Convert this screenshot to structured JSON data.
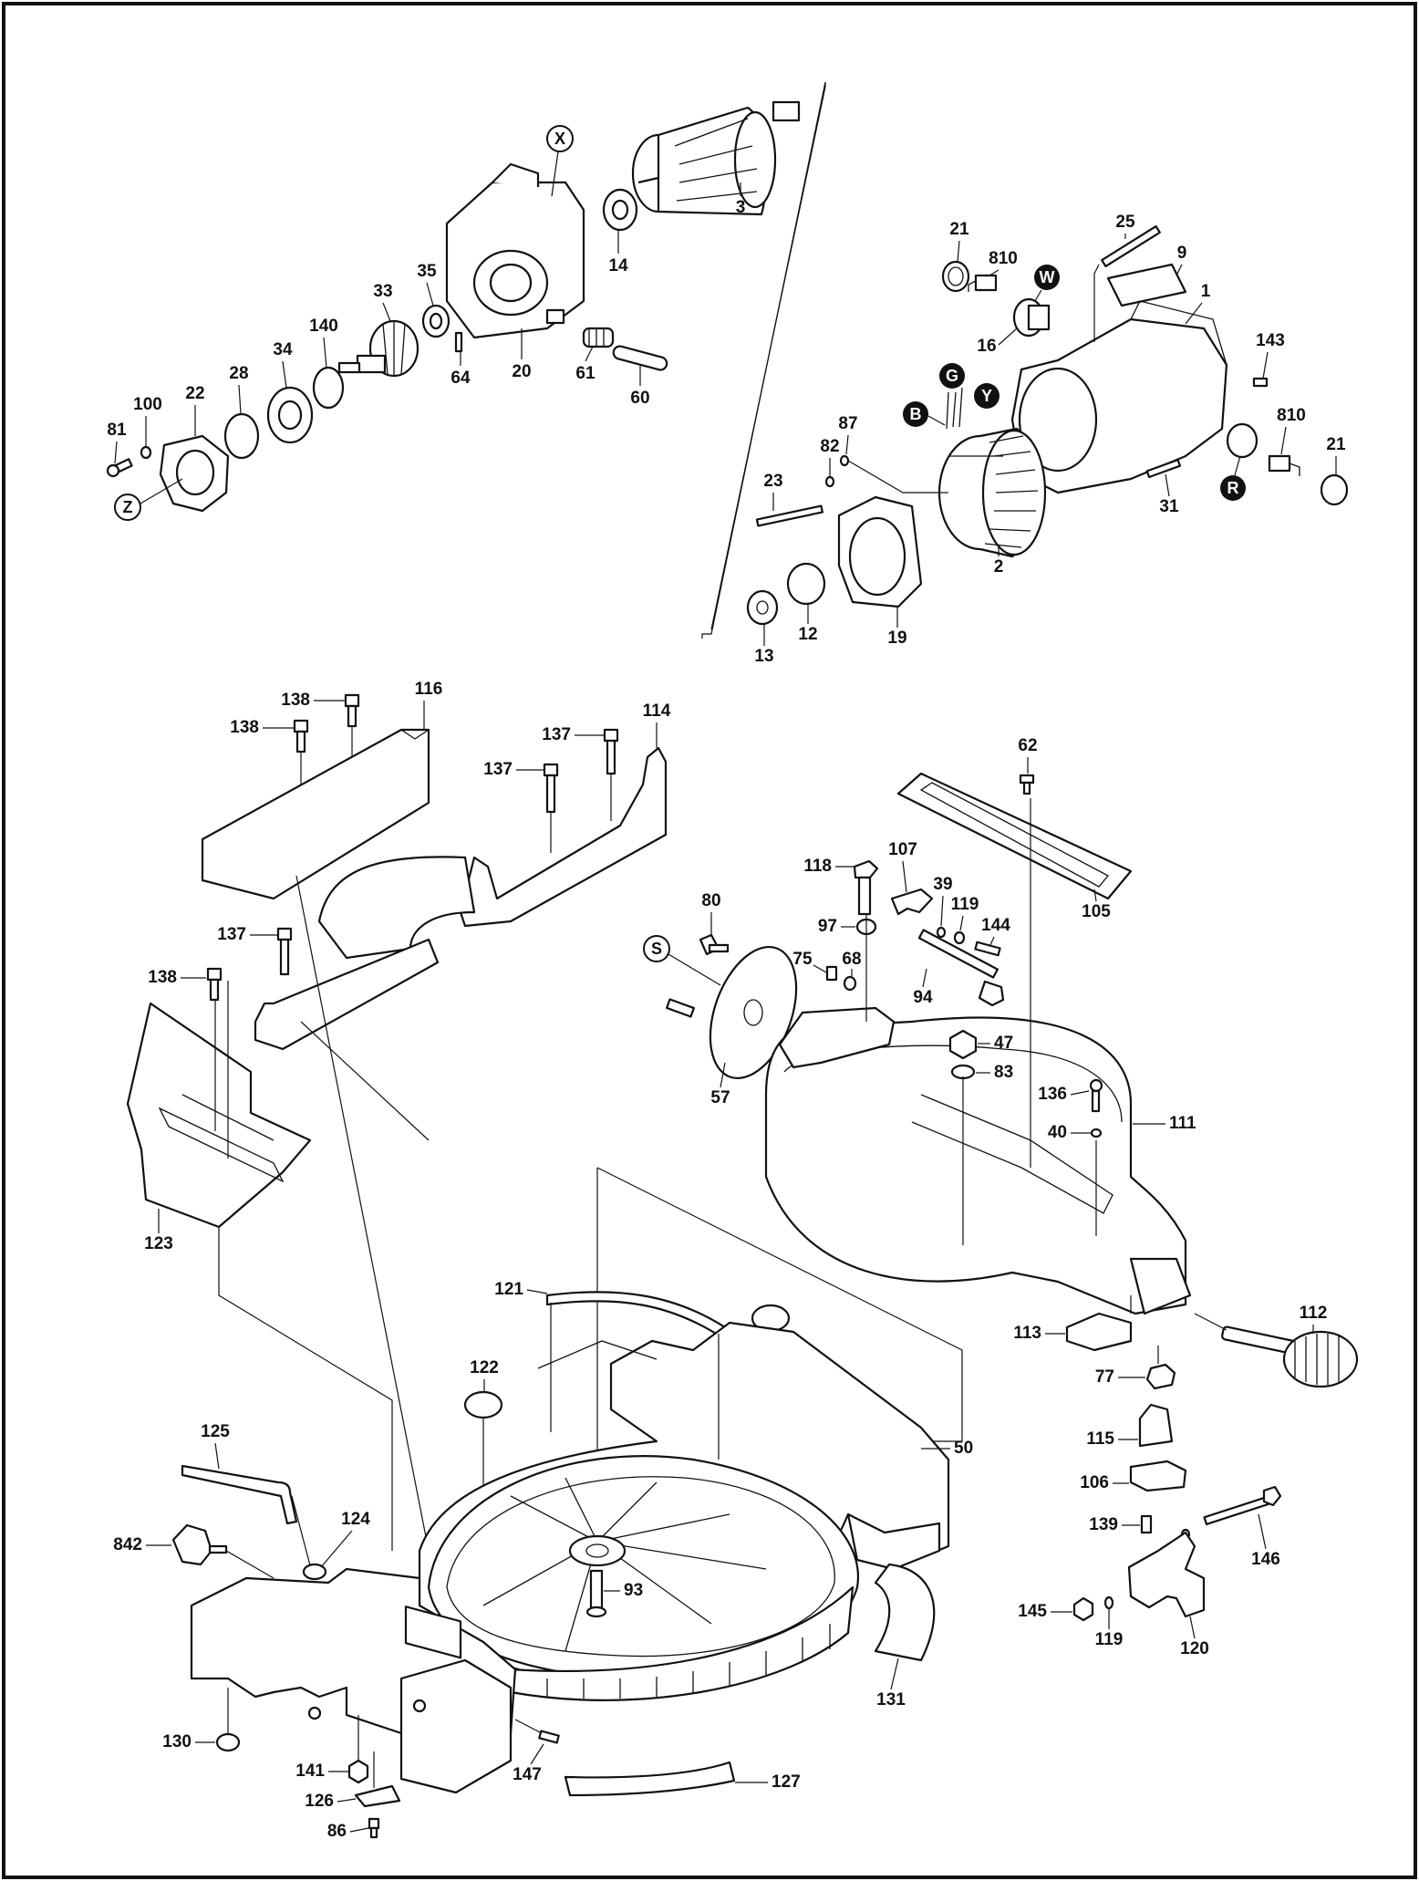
{
  "labels": {
    "l3": "3",
    "l14": "14",
    "l20": "20",
    "l61": "61",
    "l60": "60",
    "l64": "64",
    "l35": "35",
    "l33": "33",
    "l140": "140",
    "l34": "34",
    "l28": "28",
    "l22": "22",
    "l100": "100",
    "l81": "81",
    "l21a": "21",
    "l810a": "810",
    "l25": "25",
    "l9": "9",
    "l1": "1",
    "l16": "16",
    "l143": "143",
    "l810b": "810",
    "l21b": "21",
    "l31": "31",
    "l87": "87",
    "l82": "82",
    "l23": "23",
    "l2": "2",
    "l19": "19",
    "l12": "12",
    "l13": "13",
    "l138a": "138",
    "l138b": "138",
    "l116": "116",
    "l137a": "137",
    "l137b": "137",
    "l114": "114",
    "l137c": "137",
    "l138c": "138",
    "l123": "123",
    "l62": "62",
    "l107": "107",
    "l118": "118",
    "l39": "39",
    "l119a": "119",
    "l97": "97",
    "l144": "144",
    "l80": "80",
    "l75": "75",
    "l68": "68",
    "l94": "94",
    "l105": "105",
    "l47": "47",
    "l83": "83",
    "l57": "57",
    "l136": "136",
    "l40": "40",
    "l111": "111",
    "l121": "121",
    "l122": "122",
    "l50": "50",
    "l113": "113",
    "l112": "112",
    "l77": "77",
    "l115": "115",
    "l106": "106",
    "l139": "139",
    "l146": "146",
    "l145": "145",
    "l119b": "119",
    "l120": "120",
    "l125": "125",
    "l124": "124",
    "l842": "842",
    "l93": "93",
    "l131": "131",
    "l130": "130",
    "l141": "141",
    "l126": "126",
    "l86": "86",
    "l147": "147",
    "l127": "127"
  },
  "callouts": {
    "X": "X",
    "Z": "Z",
    "W": "W",
    "G": "G",
    "Y": "Y",
    "B": "B",
    "R": "R",
    "S": "S"
  }
}
